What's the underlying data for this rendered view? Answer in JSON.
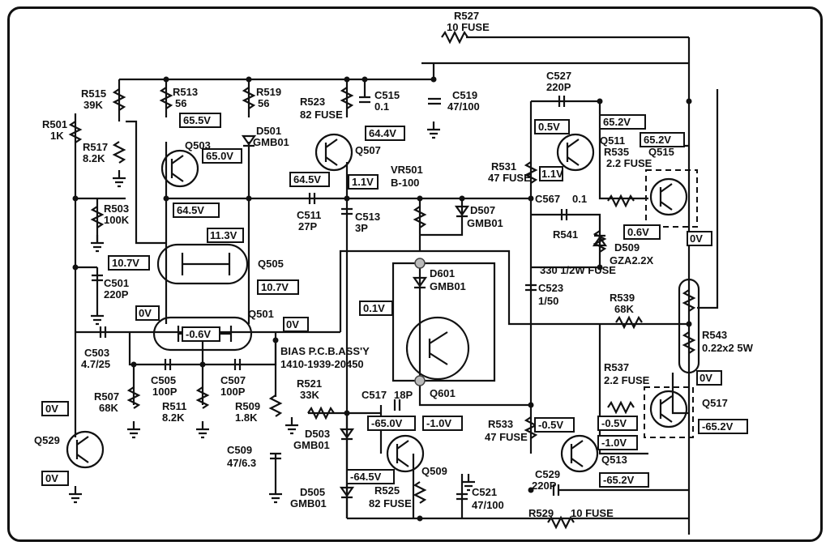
{
  "components": [
    {
      "ref": "R527",
      "value": "10 FUSE"
    },
    {
      "ref": "R515",
      "value": "39K"
    },
    {
      "ref": "R513",
      "value": "56"
    },
    {
      "ref": "R519",
      "value": "56"
    },
    {
      "ref": "R523",
      "value": "82 FUSE"
    },
    {
      "ref": "C515",
      "value": "0.1"
    },
    {
      "ref": "C519",
      "value": "47/100"
    },
    {
      "ref": "C527",
      "value": "220P"
    },
    {
      "ref": "R501",
      "value": "1K"
    },
    {
      "ref": "R517",
      "value": "8.2K"
    },
    {
      "ref": "D501",
      "value": "GMB01"
    },
    {
      "ref": "Q503",
      "value": ""
    },
    {
      "ref": "Q507",
      "value": ""
    },
    {
      "ref": "VR501",
      "value": "B-100"
    },
    {
      "ref": "R531",
      "value": "47 FUSE"
    },
    {
      "ref": "Q511",
      "value": ""
    },
    {
      "ref": "R535",
      "value": "2.2 FUSE"
    },
    {
      "ref": "Q515",
      "value": ""
    },
    {
      "ref": "R503",
      "value": "100K"
    },
    {
      "ref": "C511",
      "value": "27P"
    },
    {
      "ref": "C513",
      "value": "3P"
    },
    {
      "ref": "D507",
      "value": "GMB01"
    },
    {
      "ref": "C567",
      "value": "0.1"
    },
    {
      "ref": "R541",
      "value": "330 1/2W FUSE"
    },
    {
      "ref": "D509",
      "value": "GZA2.2X"
    },
    {
      "ref": "Q505",
      "value": ""
    },
    {
      "ref": "D601",
      "value": "GMB01"
    },
    {
      "ref": "C501",
      "value": "220P"
    },
    {
      "ref": "C523",
      "value": "1/50"
    },
    {
      "ref": "R539",
      "value": "68K"
    },
    {
      "ref": "Q501",
      "value": ""
    },
    {
      "ref": "R543",
      "value": "0.22x2 5W"
    },
    {
      "ref": "C503",
      "value": "4.7/25"
    },
    {
      "ref": "C505",
      "value": "100P"
    },
    {
      "ref": "C507",
      "value": "100P"
    },
    {
      "ref": "R537",
      "value": "2.2 FUSE"
    },
    {
      "ref": "Q601",
      "value": ""
    },
    {
      "ref": "R507",
      "value": "68K"
    },
    {
      "ref": "R511",
      "value": "8.2K"
    },
    {
      "ref": "R509",
      "value": "1.8K"
    },
    {
      "ref": "R521",
      "value": "33K"
    },
    {
      "ref": "C517",
      "value": "18P"
    },
    {
      "ref": "Q517",
      "value": ""
    },
    {
      "ref": "R533",
      "value": "47 FUSE"
    },
    {
      "ref": "D503",
      "value": "GMB01"
    },
    {
      "ref": "Q529",
      "value": ""
    },
    {
      "ref": "C509",
      "value": "47/6.3"
    },
    {
      "ref": "Q509",
      "value": ""
    },
    {
      "ref": "Q513",
      "value": ""
    },
    {
      "ref": "C529",
      "value": "220P"
    },
    {
      "ref": "D505",
      "value": "GMB01"
    },
    {
      "ref": "R525",
      "value": "82 FUSE"
    },
    {
      "ref": "C521",
      "value": "47/100"
    },
    {
      "ref": "R529",
      "value": "10 FUSE"
    }
  ],
  "bias_label": {
    "line1": "BIAS P.C.B.ASS'Y",
    "line2": "1410-1939-20450"
  },
  "voltages": [
    "65.5V",
    "65.0V",
    "64.4V",
    "64.5V",
    "1.1V",
    "64.5V",
    "11.3V",
    "10.7V",
    "10.7V",
    "0V",
    "-0.6V",
    "0V",
    "0.1V",
    "0.5V",
    "65.2V",
    "65.2V",
    "1.1V",
    "0.6V",
    "0V",
    "0V",
    "0V",
    "0V",
    "-65.0V",
    "-1.0V",
    "-64.5V",
    "-0.5V",
    "-0.5V",
    "-1.0V",
    "-65.2V",
    "-65.2V"
  ]
}
